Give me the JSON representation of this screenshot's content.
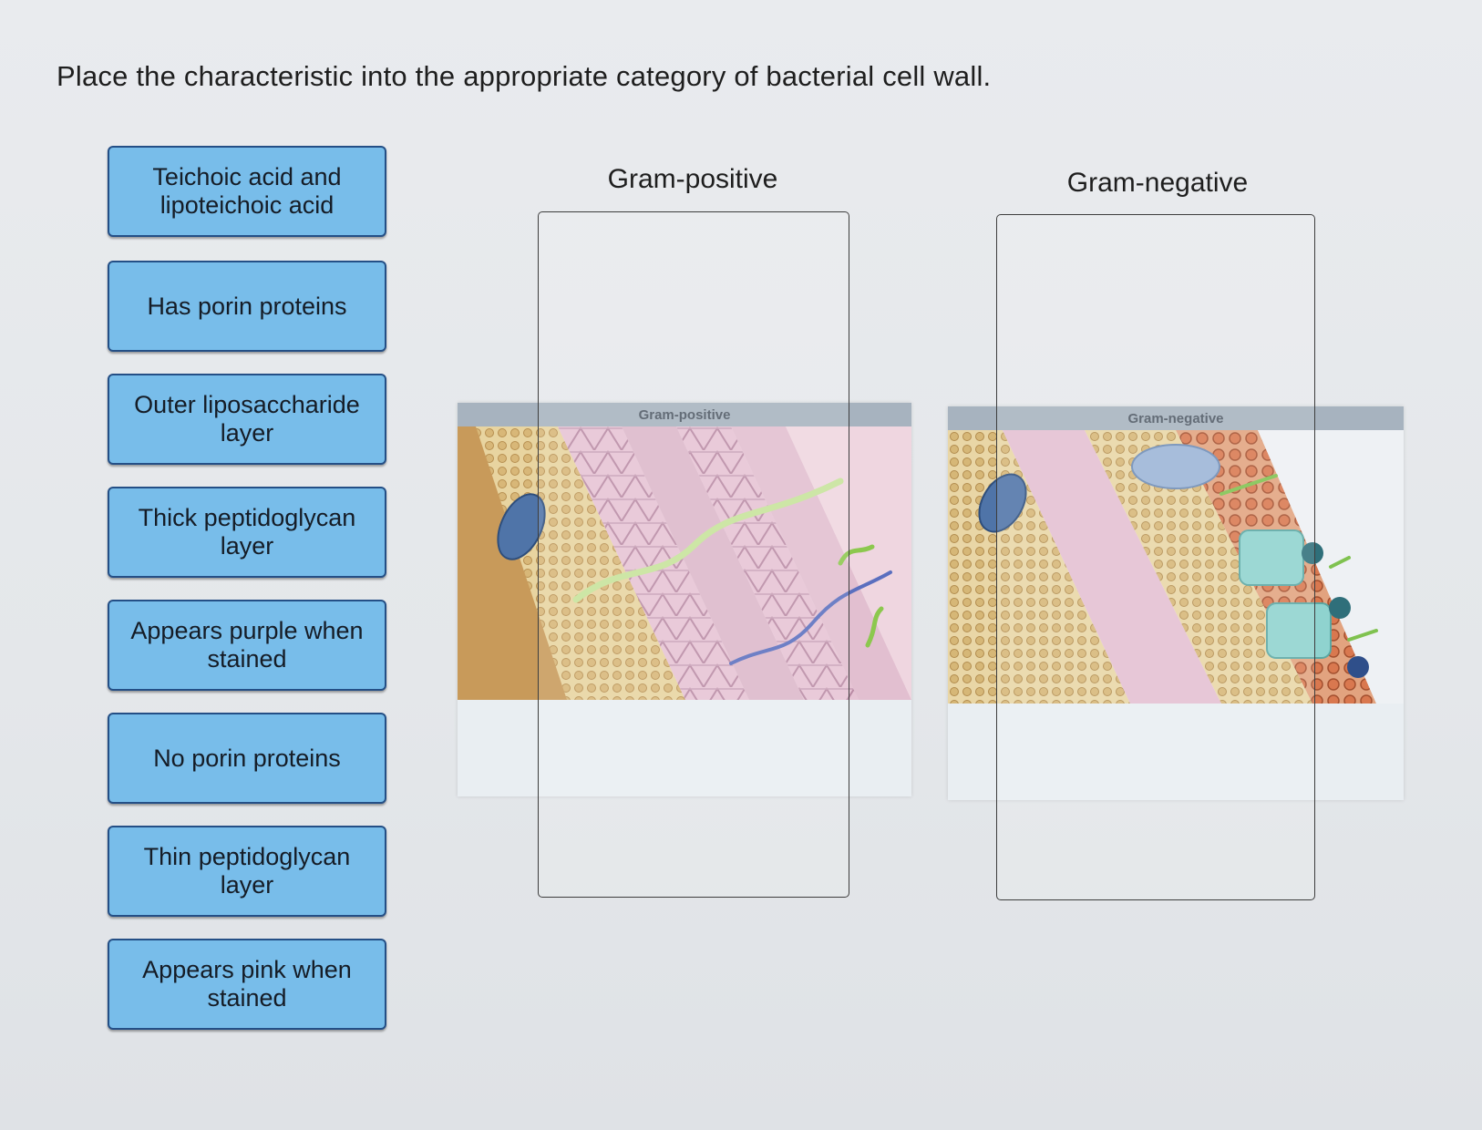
{
  "instruction": "Place the characteristic into the appropriate category of bacterial cell wall.",
  "cards": [
    {
      "label": "Teichoic acid and lipoteichoic acid"
    },
    {
      "label": "Has porin proteins"
    },
    {
      "label": "Outer liposaccharide layer"
    },
    {
      "label": "Thick peptidoglycan layer"
    },
    {
      "label": "Appears purple when stained"
    },
    {
      "label": "No porin proteins"
    },
    {
      "label": "Thin peptidoglycan layer"
    },
    {
      "label": "Appears pink when stained"
    }
  ],
  "categories": [
    {
      "title": "Gram-positive",
      "figure_label": "Gram-positive"
    },
    {
      "title": "Gram-negative",
      "figure_label": "Gram-negative"
    }
  ],
  "colors": {
    "card_fill": "#78bdea",
    "card_border": "#244f86",
    "figure_header": "#a7b3bf"
  }
}
